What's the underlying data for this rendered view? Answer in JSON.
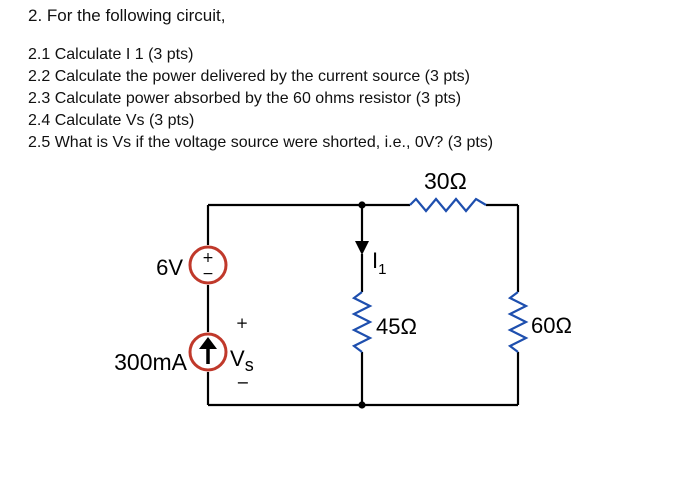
{
  "question": {
    "title": "2. For the following circuit,",
    "items": [
      "2.1 Calculate I 1 (3 pts)",
      "2.2  Calculate the power delivered by the current source (3 pts)",
      "2.3 Calculate power absorbed by the 60 ohms resistor (3 pts)",
      "2.4  Calculate Vs (3 pts)",
      "2.5 What is Vs if the voltage source were shorted, i.e., 0V? (3 pts)"
    ]
  },
  "circuit": {
    "top_resistor": "30Ω",
    "voltage_source": "6V",
    "current_source": "300mA",
    "current_label": "I",
    "current_subscript": "1",
    "mid_resistor": "45Ω",
    "right_resistor": "60Ω",
    "vs_label": "V",
    "vs_subscript": "s",
    "plus_sign": "+",
    "minus_sign": "−",
    "source_color": "#c0392b"
  }
}
